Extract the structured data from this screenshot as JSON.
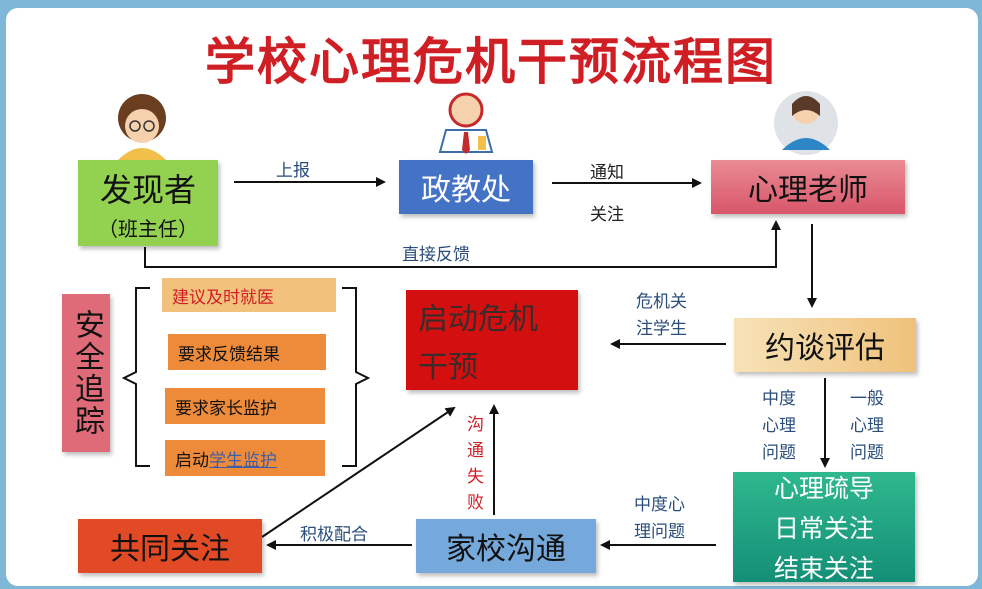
{
  "title": "学校心理危机干预流程图",
  "colors": {
    "red": "#cf1f25",
    "green": "#93d150",
    "blue": "#4472c4",
    "pink": "#e06b78",
    "orange": "#ee8b3a",
    "tan": "#f2c27d",
    "teal": "#1fa585",
    "lightblue": "#75a9dc"
  },
  "icons": [
    "teacher-glasses-icon",
    "officer-tie-icon",
    "female-teacher-icon"
  ],
  "nodes": {
    "finder": {
      "line1": "发现者",
      "line2": "（班主任）"
    },
    "political": "政教处",
    "psych_teacher": "心理老师",
    "assess": "约谈评估",
    "start_crisis": {
      "line1": "启动危机",
      "line2": "干预"
    },
    "counsel": {
      "line1": "心理疏导",
      "line2": "日常关注",
      "line3": "结束关注"
    },
    "home_school": "家校沟通",
    "joint": "共同关注",
    "safety": {
      "line1": "安全",
      "line2": "追踪"
    }
  },
  "safety_items": [
    "建议及时就医",
    "要求反馈结果",
    "要求家长监护"
  ],
  "safety_item_last": {
    "prefix": "启动",
    "link": "学生监护"
  },
  "edges": {
    "report": "上报",
    "notify1": "通知",
    "notify2": "关注",
    "direct": "直接反馈",
    "crisis_focus1": "危机关",
    "crisis_focus2": "注学生",
    "moderate1": "中度",
    "moderate2": "心理",
    "moderate3": "问题",
    "general1": "一般",
    "general2": "心理",
    "general3": "问题",
    "mod_issue1": "中度心",
    "mod_issue2": "理问题",
    "comm_fail": [
      "沟",
      "通",
      "失",
      "败"
    ],
    "cooperate": "积极配合"
  }
}
